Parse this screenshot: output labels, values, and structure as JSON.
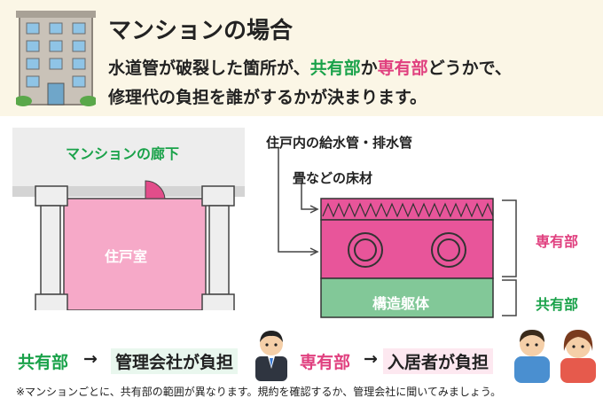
{
  "header": {
    "title": "マンションの場合",
    "line1_a": "水道管が破裂した箇所が、",
    "line1_common": "共有部",
    "line1_b": "か",
    "line1_private": "専有部",
    "line1_c": "どうかで、",
    "line2": "修理代の負担を誰がするかが決まります。"
  },
  "floorplan": {
    "hallway_label": "マンションの廊下",
    "room_label": "住戸室"
  },
  "section_diagram": {
    "pipes_label": "住戸内の給水管・排水管",
    "floor_label": "畳などの床材",
    "private_label": "専有部",
    "common_label": "共有部",
    "structure_label": "構造躯体"
  },
  "bottom": {
    "common": "共有部",
    "arrow": "→",
    "manager": "管理会社が負担",
    "private": "専有部",
    "resident": "入居者が負担"
  },
  "note": "※マンションごとに、共有部の範囲が異なります。規約を確認するか、管理会社に聞いてみましょう。",
  "colors": {
    "green": "#1aa24a",
    "pink": "#e0407f",
    "header_bg": "#fbf6e6",
    "hallway_bg": "#ededed",
    "room_fill": "#f6a9c8",
    "structure_fill": "#82c898"
  }
}
